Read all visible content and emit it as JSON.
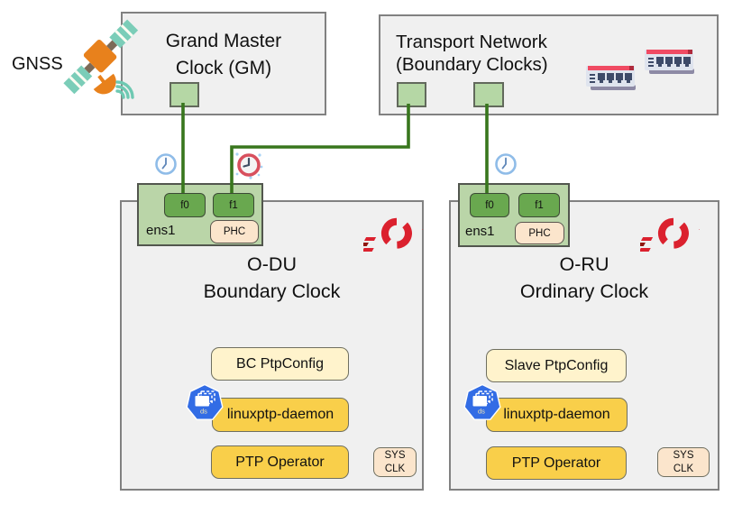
{
  "diagram": {
    "gnss_label": "GNSS",
    "gm": {
      "title1": "Grand Master",
      "title2": "Clock (GM)"
    },
    "transport": {
      "title1": "Transport Network",
      "title2": "(Boundary Clocks)"
    },
    "odu": {
      "title1": "O-DU",
      "title2": "Boundary Clock",
      "nic_name": "ens1",
      "port_f0": "f0",
      "port_f1": "f1",
      "phc": "PHC",
      "ptpconfig": "BC PtpConfig",
      "daemon": "linuxptp-daemon",
      "operator": "PTP Operator",
      "sys1": "SYS",
      "sys2": "CLK",
      "ds": "ds"
    },
    "oru": {
      "title1": "O-RU",
      "title2": "Ordinary Clock",
      "nic_name": "ens1",
      "port_f0": "f0",
      "port_f1": "f1",
      "phc": "PHC",
      "ptpconfig": "Slave PtpConfig",
      "daemon": "linuxptp-daemon",
      "operator": "PTP Operator",
      "sys1": "SYS",
      "sys2": "CLK",
      "ds": "ds"
    },
    "colors": {
      "wire_green": "#38761D",
      "port_green": "#B5D7A5",
      "nic_green": "#BAD5A8",
      "iface_green": "#69A84F",
      "gold": "#F9CF4A",
      "cream": "#FFF3CC",
      "peach": "#FBE5CC",
      "box_gray": "#F0F0F0",
      "openshift_red": "#DB212E",
      "kubernetes_blue": "#326CE5",
      "clock_blue": "#8FBCE8",
      "tbc_clock_red": "#D8505E"
    }
  }
}
